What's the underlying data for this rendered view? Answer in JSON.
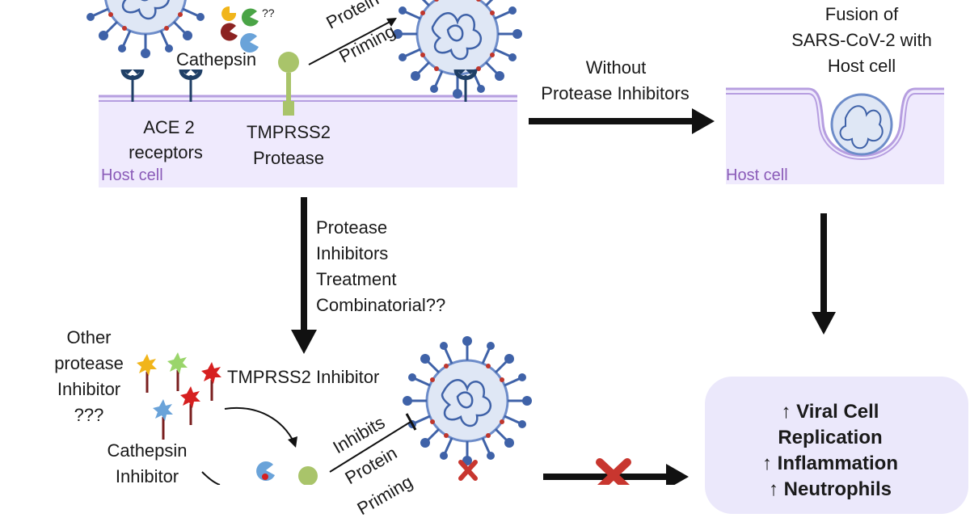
{
  "colors": {
    "membrane": "#efeafd",
    "membrane_line": "#b69ee0",
    "host_text": "#8a5bb8",
    "virus_spike": "#3f62a8",
    "virus_spike_tip": "#6f8ad0",
    "virus_red": "#c0362c",
    "arrow": "#111111",
    "block_x": "#c8362f",
    "tmprss2": "#a9c46a",
    "result_bg": "#ebe8fb"
  },
  "top_left": {
    "qmarks": "??",
    "cathepsin": "Cathepsin",
    "protein_priming": [
      "Protein",
      "Priming"
    ],
    "ace2": [
      "ACE 2",
      "receptors"
    ],
    "tmprss2": [
      "TMPRSS2",
      "Protease"
    ],
    "host_cell": "Host cell"
  },
  "middle_arrow": {
    "label": [
      "Without",
      "Protease Inhibitors"
    ]
  },
  "top_right": {
    "fusion": [
      "Fusion of",
      "SARS-CoV-2 with",
      "Host cell"
    ],
    "host_cell": "Host cell"
  },
  "down_arrow": {
    "label": [
      "Protease",
      "Inhibitors",
      "Treatment",
      "Combinatorial??"
    ]
  },
  "bottom_left": {
    "other_protease": [
      "Other",
      "protease",
      "Inhibitor",
      "???"
    ],
    "tmprss2_inhibitor": "TMPRSS2 Inhibitor",
    "cathepsin_inhibitor": [
      "Cathepsin",
      "Inhibitor"
    ],
    "inhibits": [
      "Inhibits",
      "Protein",
      "Priming"
    ]
  },
  "result_box": {
    "lines": [
      "↑ Viral Cell",
      "Replication",
      "↑ Inflammation",
      "↑ Neutrophils"
    ]
  },
  "icons": [
    "sars-cov-2-virus-icon",
    "cathepsin-enzyme-icon",
    "ace2-receptor-icon",
    "tmprss2-protease-icon",
    "inhibitor-molecule-icon",
    "block-x-icon"
  ]
}
